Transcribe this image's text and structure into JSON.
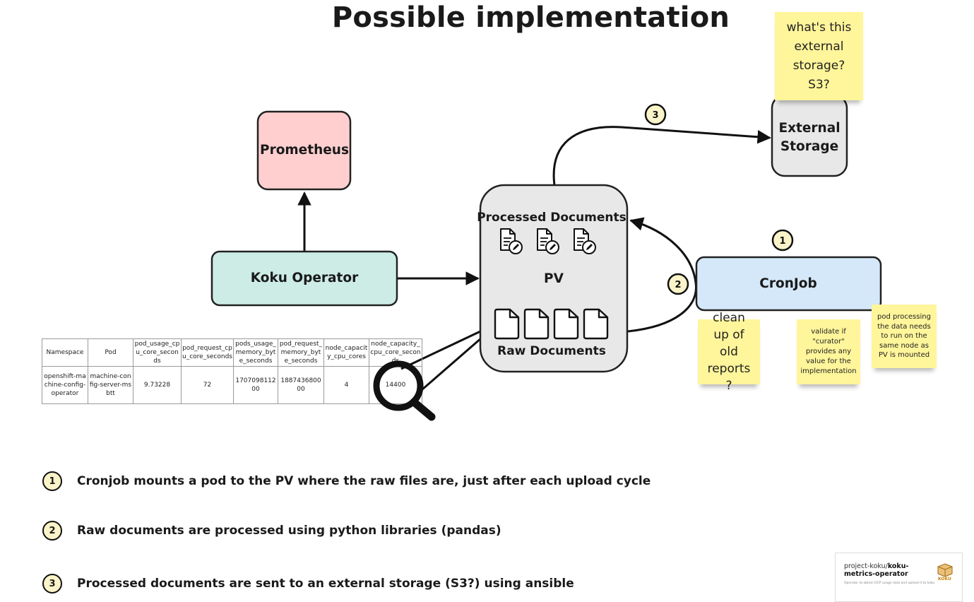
{
  "title": "Possible implementation",
  "nodes": {
    "prometheus": "Prometheus",
    "koku_operator": "Koku Operator",
    "pv_top": "Processed Documents",
    "pv_mid": "PV",
    "pv_bottom": "Raw Documents",
    "external_storage": [
      "External",
      "Storage"
    ],
    "cronjob": "CronJob"
  },
  "badges": {
    "one": "1",
    "two": "2",
    "three": "3"
  },
  "stickies": {
    "s3": "what's this external storage? S3?",
    "cleanup": "clean up of old reports ?",
    "curator": "validate if \"curator\" provides any value for the implementation",
    "node": "pod processing the data needs to run on the same node as PV is mounted"
  },
  "table": {
    "headers": [
      "Namespace",
      "Pod",
      "pod_usage_cpu_core_seconds",
      "pod_request_cpu_core_seconds",
      "pods_usage_memory_byte_seconds",
      "pod_request_memory_byte_seconds",
      "node_capacity_cpu_cores",
      "node_capacity_cpu_core_seconds"
    ],
    "rows": [
      [
        "openshift-machine-config-operator",
        "machine-config-server-msbtt",
        "9.73228",
        "72",
        "170709811200",
        "188743680000",
        "4",
        "14400"
      ]
    ]
  },
  "legend": [
    {
      "num": "1",
      "text": "Cronjob mounts a pod to the PV where the raw files are, just after each upload cycle"
    },
    {
      "num": "2",
      "text": "Raw documents are processed using python libraries (pandas)"
    },
    {
      "num": "3",
      "text": "Processed documents are sent to an external storage (S3?) using ansible"
    }
  ],
  "repo_card": {
    "owner": "project-koku/",
    "name": "koku-metrics-operator",
    "description": "Operator to obtain OCP usage data and upload it to koku",
    "logo_text": "KOKU"
  },
  "colors": {
    "prometheus_fill": "#ffcfcf",
    "koku_fill": "#cdece6",
    "pv_fill": "#e8e8e8",
    "external_fill": "#e8e8e8",
    "cronjob_fill": "#d4e8f9",
    "sticky_fill": "#fff59a",
    "badge_fill": "#fbf4c8"
  },
  "icons": [
    "edit-document-icon",
    "blank-document-icon",
    "magnifier-icon",
    "koku-box-icon"
  ]
}
